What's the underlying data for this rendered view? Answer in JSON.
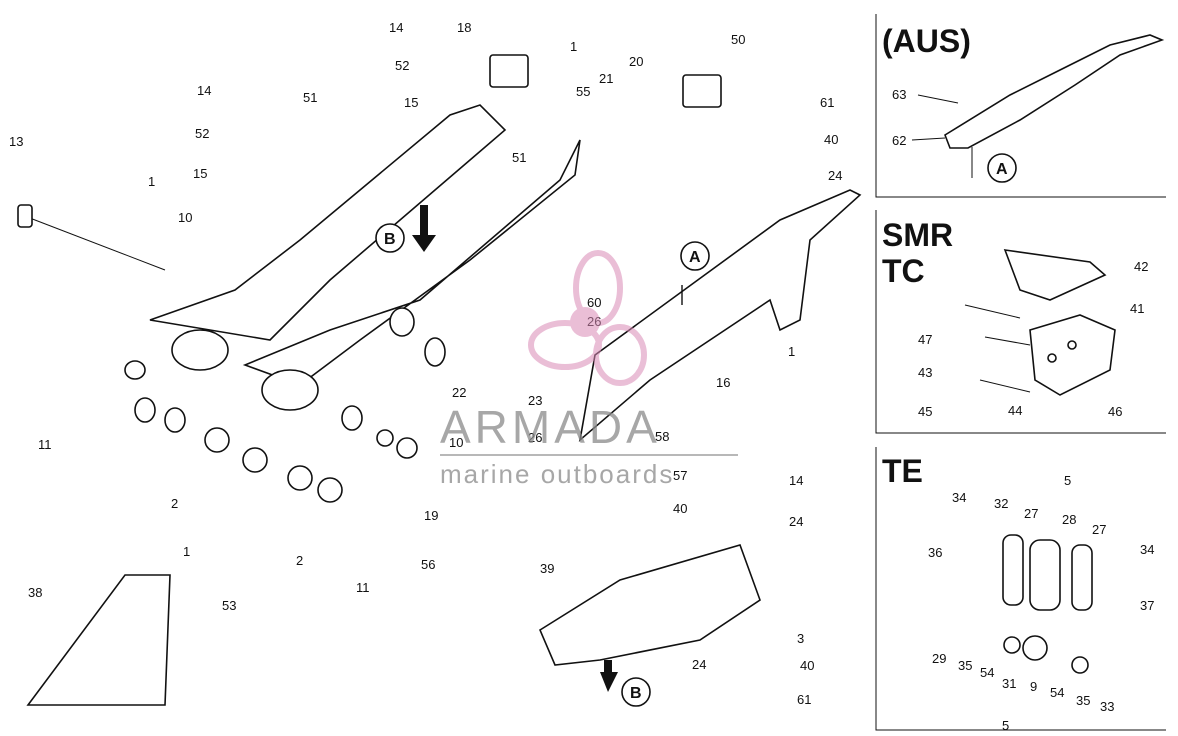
{
  "panels": {
    "aus": {
      "title": "(AUS)",
      "callouts": [
        "63",
        "62"
      ],
      "view_marker": "A"
    },
    "smr": {
      "title_line1": "SMR",
      "title_line2": "TC",
      "callouts": [
        "42",
        "41",
        "47",
        "43",
        "45",
        "44",
        "46"
      ]
    },
    "te": {
      "title": "TE",
      "callouts": [
        "5",
        "34",
        "32",
        "27",
        "28",
        "27",
        "36",
        "34",
        "37",
        "29",
        "35",
        "54",
        "31",
        "9",
        "54",
        "35",
        "33",
        "5"
      ]
    }
  },
  "main_callouts": {
    "c14a": "14",
    "c52a": "52",
    "c15a": "15",
    "c51a": "51",
    "c14b": "14",
    "c52b": "52",
    "c15b": "15",
    "c13": "13",
    "c1a": "1",
    "c10a": "10",
    "c18": "18",
    "c1b": "1",
    "c50": "50",
    "c20": "20",
    "c21": "21",
    "c55": "55",
    "c51b": "51",
    "c61a": "61",
    "c40a": "40",
    "c24a": "24",
    "c11a": "11",
    "c2a": "2",
    "c53": "53",
    "c2b": "2",
    "c11b": "11",
    "c1c": "1",
    "c56": "56",
    "c19": "19",
    "c10b": "10",
    "c22": "22",
    "c60": "60",
    "c26a": "26",
    "c23": "23",
    "c26b": "26",
    "c58": "58",
    "c16": "16",
    "c1d": "1",
    "c57": "57",
    "c40b": "40",
    "c39": "39",
    "c14c": "14",
    "c24b": "24",
    "c3": "3",
    "c24c": "24",
    "c40c": "40",
    "c61b": "61",
    "c38": "38"
  },
  "view_markers": {
    "b1": "B",
    "a1": "A",
    "b2": "B"
  },
  "watermark": {
    "brand": "ARMADA",
    "tagline": "marine outboards"
  }
}
